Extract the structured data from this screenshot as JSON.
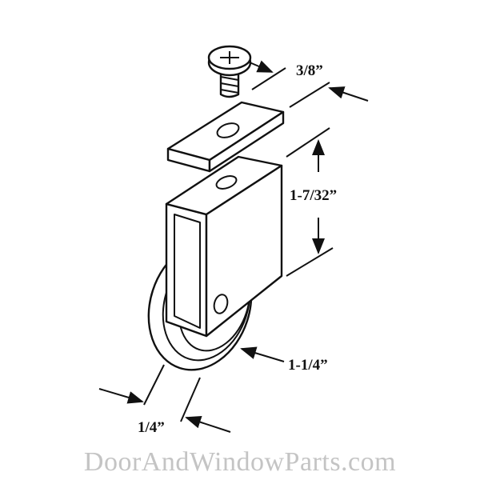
{
  "dimensions": {
    "screw_offset": "3/8”",
    "housing_height": "1-7/32”",
    "wheel_diameter": "1-1/4”",
    "wheel_width": "1/4”"
  },
  "watermark": "DoorAndWindowParts.com"
}
